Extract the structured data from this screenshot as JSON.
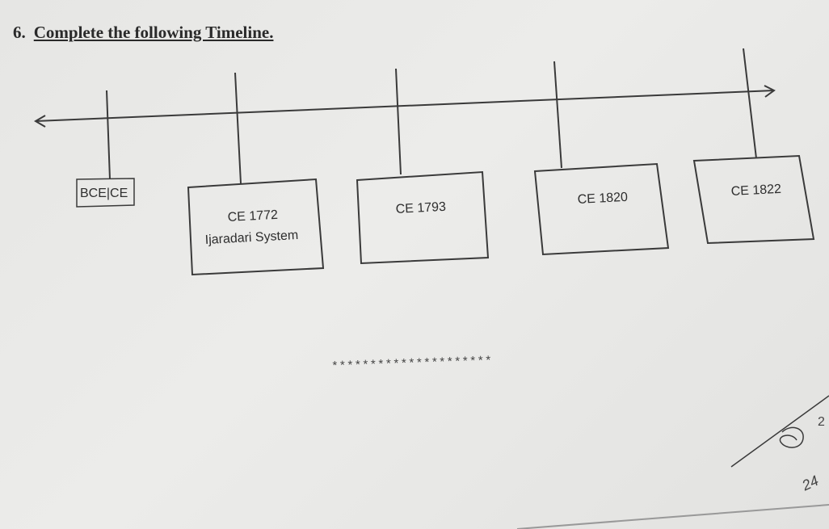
{
  "question": {
    "number": "6.",
    "title": "Complete the following Timeline."
  },
  "timeline": {
    "boxes": [
      {
        "label": "BCE|CE",
        "line2": ""
      },
      {
        "label": "CE 1772",
        "line2": "Ijaradari System"
      },
      {
        "label": "CE 1793",
        "line2": ""
      },
      {
        "label": "CE 1820",
        "line2": ""
      },
      {
        "label": "CE 1822",
        "line2": ""
      }
    ]
  },
  "separator": "*********************",
  "page_number": "2",
  "handwritten": "24"
}
